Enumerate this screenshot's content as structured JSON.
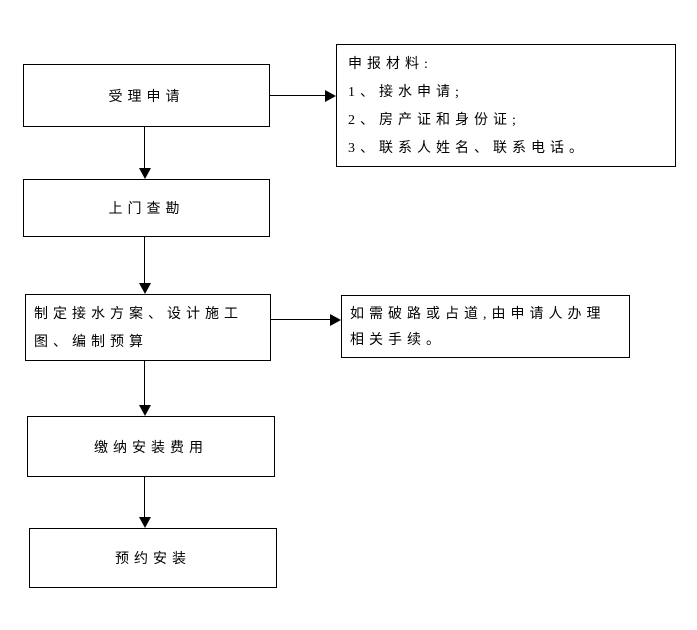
{
  "flowchart": {
    "steps": [
      {
        "label": "受理申请"
      },
      {
        "label": "上门查勘"
      },
      {
        "lines": [
          "制定接水方案、设计施工",
          "图、编制预算"
        ]
      },
      {
        "label": "缴纳安装费用"
      },
      {
        "label": "预约安装"
      }
    ],
    "materials_note": {
      "title": "申报材料:",
      "items": [
        "1、接水申请;",
        "2、房产证和身份证;",
        "3、联系人姓名、联系电话。"
      ]
    },
    "road_note": {
      "lines": [
        "如需破路或占道,由申请人办理",
        "相关手续。"
      ]
    },
    "colors": {
      "border": "#000000",
      "background": "#ffffff",
      "text": "#000000"
    }
  }
}
